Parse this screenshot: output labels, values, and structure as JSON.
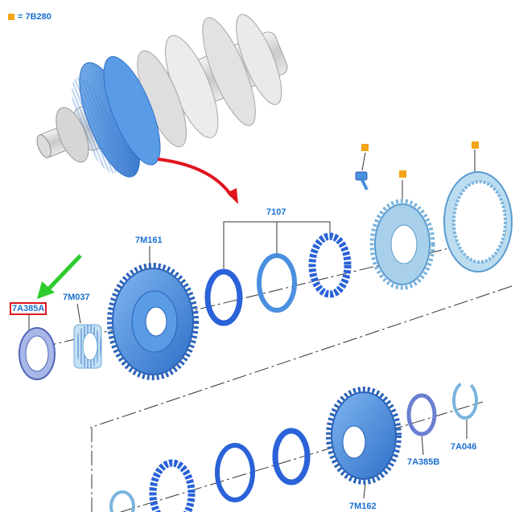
{
  "legend": {
    "marker_color": "#f2a516",
    "text": "= 7B280"
  },
  "labels": {
    "l7a385a": "7A385A",
    "l7m037": "7M037",
    "l7m161": "7M161",
    "l7107": "7107",
    "l7m162": "7M162",
    "l7a385b": "7A385B",
    "l7a046": "7A046"
  },
  "colors": {
    "part_blue": "#4a8fe0",
    "part_light": "#a9d0ea",
    "label_blue": "#1a6fd1",
    "highlight_red": "#e0141e",
    "arrow_green": "#2ecc2e",
    "arrow_red": "#e0141e",
    "marker": "#f2a516"
  }
}
